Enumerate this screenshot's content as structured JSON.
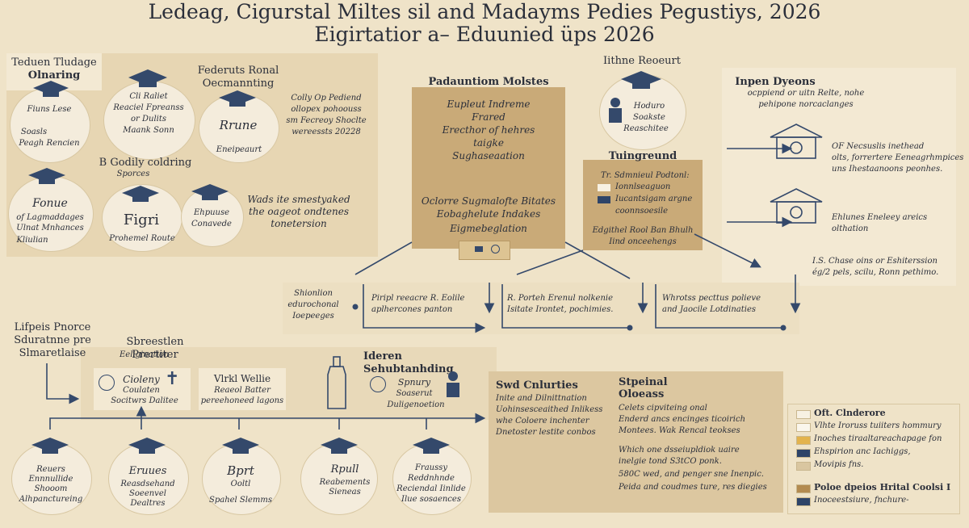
{
  "title": {
    "line1": "Ledeag, Cigurstal Miltes sil and Madayms Pedies Pegustiys, 2026",
    "line2": "Eigirtatior a– Eduunied üps 2026"
  },
  "top_left": {
    "box_title": [
      "Teduen Tludage",
      "Olnaring"
    ],
    "c1": [
      "Fiuns Lese",
      "Soasls",
      "Peagh Rencien"
    ],
    "c2": [
      "Cli Raliet",
      "Reaciel Fpreanss",
      "or Dulits",
      "Maank Sonn"
    ],
    "c3": [
      "Rrune",
      "Eneipeaurt"
    ],
    "heading2": [
      "Federuts Ronal",
      "Oecmannting"
    ],
    "para2": [
      "Colly Op Pediend",
      "ollopex pohoouss",
      "sm Fecreoy Shoclte",
      "wereessts 20228"
    ],
    "godily": [
      "B Godily coldring",
      "Sporces"
    ],
    "c4": [
      "Fonue",
      "of Lagmaddages",
      "Ulnat Mnhances",
      "Kliulian"
    ],
    "c5": [
      "Figri",
      "Prohemel Route"
    ],
    "c6": [
      "Ehpuuse",
      "Conavede"
    ],
    "para3": [
      "Wads ite smestyaked",
      "the oageot ondtenes",
      "tonetersion"
    ]
  },
  "pad": {
    "heading": "Padauntiom Molstes",
    "lines1": [
      "Eupleut Indreme",
      "Frared",
      "Erecthor of hehres",
      "taigke",
      "Sughaseaation"
    ],
    "lines2": [
      "Oclorre Sugmalofte Bitates",
      "Eobaghelute Indakes",
      "Eigmebeglation"
    ]
  },
  "ithne": {
    "heading": "Iithne Reoeurt",
    "circle": [
      "Hoduro",
      "Soakste",
      "Reaschitee"
    ]
  },
  "tuin": {
    "heading": "Tuingreund",
    "sub": "Tr. Sdmnieul Podtonl:",
    "items": [
      "Ionnlseaguon",
      "Iucantsigam argne",
      "coonnsoesile"
    ],
    "note": [
      "Edgithel Rool Ban Bhulh",
      "Iind onceehengs"
    ]
  },
  "inpen": {
    "heading": "Inpen Dyeons",
    "para": [
      "ocppiend or uitn Relte, nohe",
      "pehipone norcaclanges"
    ],
    "r1": [
      "OF Necsuslis inethead",
      "olts, forrertere Eeneagrhmpices",
      "uns Ihestaanoons peonhes."
    ],
    "r2": [
      "Ehlunes Eneleey areics",
      "olthation"
    ],
    "r3": [
      "I.S. Chase oins or Eshiterssion",
      "ég/2 pels, scilu, Ronn pethimo."
    ]
  },
  "flow": {
    "left": [
      "Shionlion",
      "edurochonal",
      "Ioepeeges"
    ],
    "b1": [
      "Piripl reeacre R. Eolile",
      "aplhercones panton"
    ],
    "b2": [
      "R. Porteh Erenul nolkenie",
      "Isitate Irontet, pochimies."
    ],
    "b3": [
      "Whrotss pecttus polieve",
      "and Jaocile Lotdinaties"
    ]
  },
  "bottom_left": {
    "heading": [
      "Lifpeis Pnorce",
      "Sduratnne pre",
      "Slmaretlaise"
    ],
    "sub_heading": [
      "Sbreestlen Prertiter",
      "Eeligination"
    ],
    "card1": [
      "Cioleny",
      "Coulaten",
      "Socitwrs Dalitee"
    ],
    "card2": [
      "Vlrkl Wellie",
      "Reaeol Batter",
      "pereehoneed lagons"
    ],
    "iden": "Ideren Sehubtanhding",
    "iden_card": [
      "Spnury",
      "Soaserut",
      "Duligenoetion"
    ]
  },
  "bottom_circles": [
    [
      "Reuers",
      "Ennnullide",
      "Shooom",
      "Alhpanctureing"
    ],
    [
      "Eruues",
      "Reasdsehand",
      "Soeenvel",
      "Dealtres"
    ],
    [
      "Bprt",
      "Ooltl",
      "Spahel Slemms"
    ],
    [
      "Rpull",
      "Reabements",
      "Sieneas"
    ],
    [
      "Fraussy",
      "Reddnhnde",
      "Reciendal Iinlide",
      "Ilue sosaences"
    ]
  ],
  "sw": {
    "col1": [
      "Swd Cnlurties",
      "Inite and Dilnittnation",
      "Uohinsesceaithed Inlikess",
      "whe Coloere inchenter",
      "Dnetoster lestite conbos"
    ],
    "col2_head": [
      "Stpeinal",
      "Oloeass"
    ],
    "col2a": [
      "Celets cipviteing onal",
      "Enderd ancs encinges ticoirich",
      "Montees. Wak Rencal teokses"
    ],
    "col2b": [
      "Which one dsseiupldiok uaire",
      "inelgie tond S3tCO ponk.",
      "580C wed, and penger sne Inenpic.",
      "Peida and coudmes ture, res diegies"
    ]
  },
  "legend": {
    "items": [
      {
        "label": "Oft. Clnderore",
        "color": "#f7f1e3"
      },
      {
        "label": "Vlhte Iroruss tuiiters hommury",
        "color": "#faf6ec"
      },
      {
        "label": "Inoches tiraaltareachapage fon",
        "color": "#e3b34d"
      },
      {
        "label": "Ehspirion anc Iachiggs,",
        "color": "#2e4468"
      },
      {
        "label": "Movipis fns.",
        "color": "#d9c6a0"
      }
    ],
    "items2": [
      {
        "label": "Poloe dpeios Hrital Coolsi I",
        "color": "#b38b50"
      },
      {
        "label": "Inoceestsiure, fnchure-",
        "color": "#2e4468"
      }
    ]
  },
  "colors": {
    "navy": "#34496b",
    "tan": "#c9aa78",
    "cream": "#efe3c8"
  },
  "icons": [
    "graduation-cap-icon",
    "diploma-icon",
    "balance-scale-icon",
    "arrow-right-icon",
    "book-icon",
    "cross-icon",
    "bottle-icon",
    "person-icon"
  ]
}
